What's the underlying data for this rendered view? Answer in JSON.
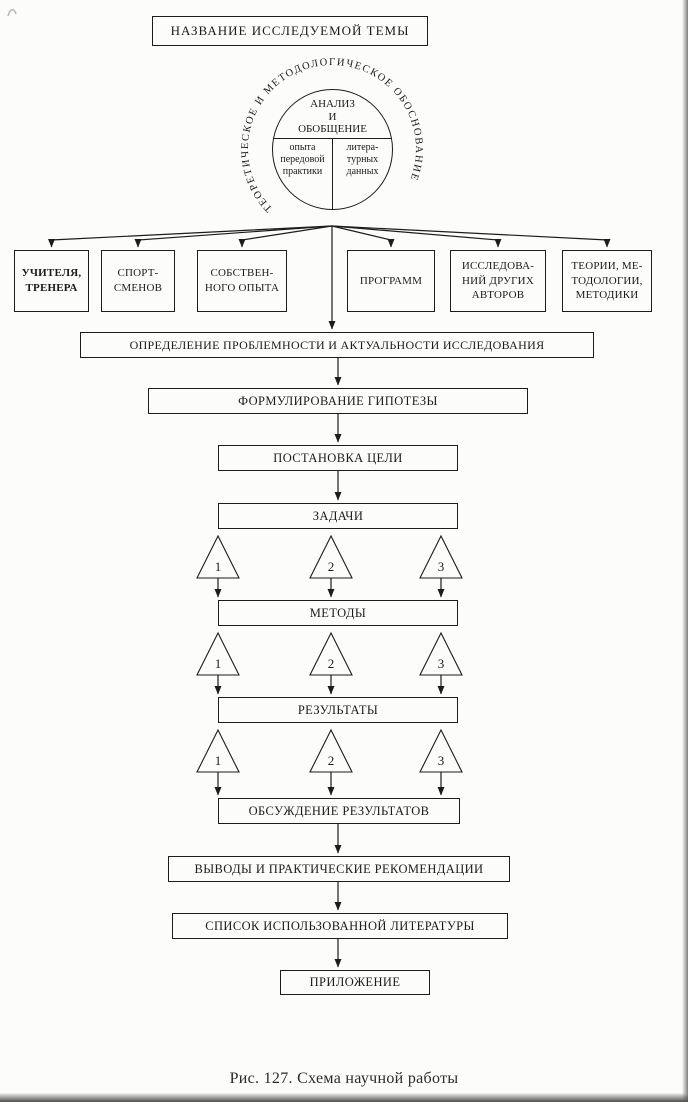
{
  "page": {
    "caption": "Рис. 127. Схема научной работы",
    "paper_color": "#fcfcfa",
    "ink_color": "#1c1c1c"
  },
  "diagram": {
    "title_box": "НАЗВАНИЕ ИССЛЕДУЕМОЙ ТЕМЫ",
    "circle": {
      "arc_text": "ТЕОРЕТИЧЕСКОЕ И МЕТОДОЛОГИЧЕСКОЕ ОБОСНОВАНИЕ",
      "header": "АНАЛИЗ\nИ\nОБОБЩЕНИЕ",
      "left_cell": "опыта\nпередовой\nпрактики",
      "right_cell": "литера-\nтурных\nданных"
    },
    "sources": [
      {
        "label": "УЧИТЕЛЯ,\nТРЕНЕРА"
      },
      {
        "label": "СПОРТ-\nСМЕНОВ"
      },
      {
        "label": "СОБСТВЕН-\nНОГО ОПЫТА"
      },
      {
        "label": "ПРОГРАММ"
      },
      {
        "label": "ИССЛЕДОВА-\nНИЙ ДРУГИХ\nАВТОРОВ"
      },
      {
        "label": "ТЕОРИИ, МЕ-\nТОДОЛОГИИ,\nМЕТОДИКИ"
      }
    ],
    "flow": {
      "problem": "ОПРЕДЕЛЕНИЕ ПРОБЛЕМНОСТИ И АКТУАЛЬНОСТИ ИССЛЕДОВАНИЯ",
      "hypothesis": "ФОРМУЛИРОВАНИЕ ГИПОТЕЗЫ",
      "goal": "ПОСТАНОВКА ЦЕЛИ",
      "tasks": "ЗАДАЧИ",
      "methods": "МЕТОДЫ",
      "results": "РЕЗУЛЬТАТЫ",
      "discussion": "ОБСУЖДЕНИЕ РЕЗУЛЬТАТОВ",
      "conclusions": "ВЫВОДЫ И ПРАКТИЧЕСКИЕ РЕКОМЕНДАЦИИ",
      "references": "СПИСОК ИСПОЛЬЗОВАННОЙ ЛИТЕРАТУРЫ",
      "appendix": "ПРИЛОЖЕНИЕ"
    },
    "triangle_rows": [
      [
        "1",
        "2",
        "3"
      ],
      [
        "1",
        "2",
        "3"
      ],
      [
        "1",
        "2",
        "3"
      ]
    ]
  }
}
